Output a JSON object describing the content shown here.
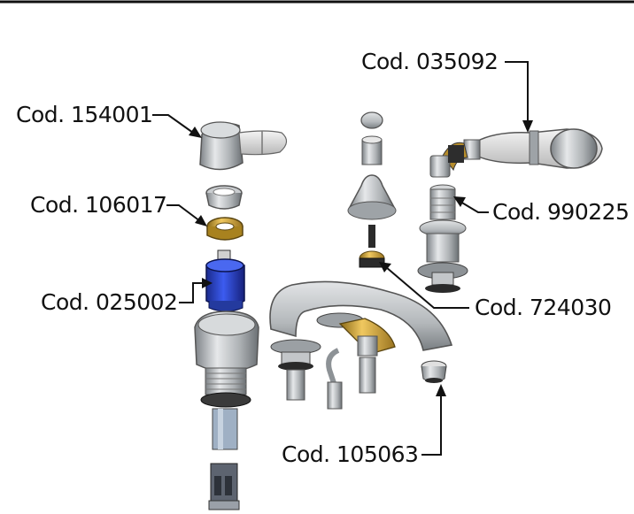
{
  "labels": {
    "c035092": "Cod. 035092",
    "c154001": "Cod. 154001",
    "c106017": "Cod. 106017",
    "c990225": "Cod. 990225",
    "c025002": "Cod. 025002",
    "c724030": "Cod. 724030",
    "c105063": "Cod. 105063"
  },
  "colors": {
    "chrome": "#b9bcbe",
    "chrome_dark": "#6f7478",
    "brass": "#c9a23c",
    "cartridge_blue": "#2740c8",
    "seal_black": "#2a2a2a",
    "handle_white": "#e4e4e4",
    "line": "#111111"
  }
}
